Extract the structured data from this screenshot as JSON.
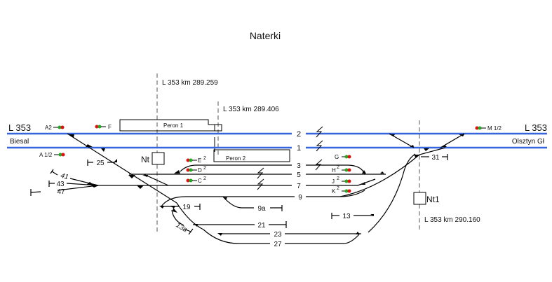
{
  "title": "Naterki",
  "line_number_left": "L 353",
  "line_number_right": "L 353",
  "station_left": "Biesal",
  "station_right": "Olsztyn Gł",
  "colors": {
    "main_track": "#3366dd",
    "track": "#000000",
    "signal_red": "#dd1111",
    "signal_green": "#22aa22",
    "axis_line": "#555555"
  },
  "km_markers": [
    {
      "label": "L 353 km  289.259"
    },
    {
      "label": "L 353 km  289.406"
    },
    {
      "label": "L 353 km  290.160"
    }
  ],
  "platforms": [
    {
      "label": "Peron 1"
    },
    {
      "label": "Peron 2"
    }
  ],
  "boxes": [
    {
      "label": "Nt"
    },
    {
      "label": "Nt1"
    }
  ],
  "tracks": {
    "t1": "1",
    "t2": "2",
    "t3": "3",
    "t5": "5",
    "t7": "7",
    "t9": "9",
    "t9a": "9a",
    "t13": "13",
    "t13a": "13a",
    "t19": "19",
    "t21": "21",
    "t23": "23",
    "t25": "25",
    "t27": "27",
    "t31": "31",
    "t41": "41",
    "t43": "43",
    "t47": "47"
  },
  "signals": {
    "A2": {
      "label": "A2",
      "sup": ""
    },
    "F": {
      "label": "F",
      "sup": ""
    },
    "A12": {
      "label": "A 1/2",
      "sup": ""
    },
    "E": {
      "label": "E",
      "sup": "2"
    },
    "D": {
      "label": "D",
      "sup": "2"
    },
    "C": {
      "label": "C",
      "sup": "2"
    },
    "G": {
      "label": "G",
      "sup": ""
    },
    "H": {
      "label": "H",
      "sup": "2"
    },
    "J": {
      "label": "J",
      "sup": "2"
    },
    "K": {
      "label": "K",
      "sup": "2"
    },
    "M12": {
      "label": "M 1/2",
      "sup": ""
    }
  }
}
